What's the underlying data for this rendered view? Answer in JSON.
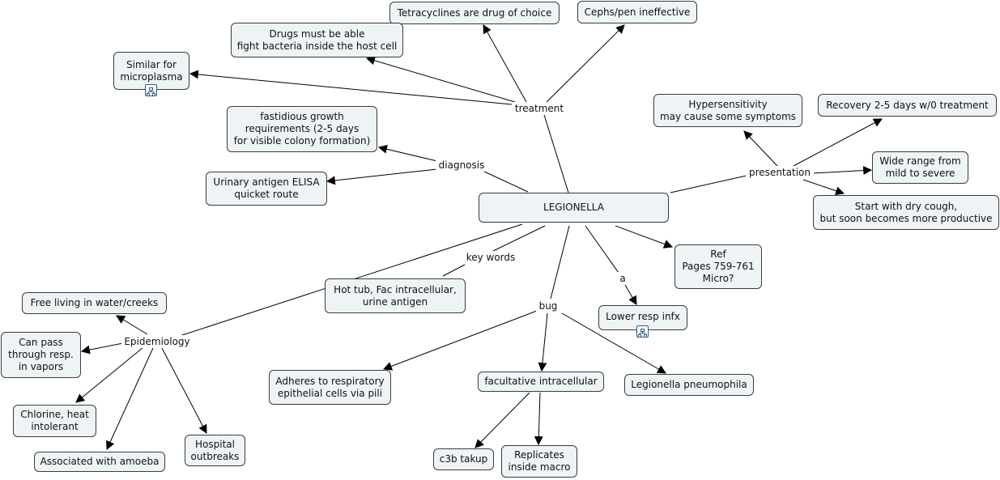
{
  "concept_map": {
    "colors": {
      "node_fill": "#eef3f6",
      "node_border": "#3c3c3c",
      "line": "#000000"
    },
    "nodes": {
      "legionella": "LEGIONELLA",
      "tetracyclines": "Tetracyclines are drug of choice",
      "cephs_pen": "Cephs/pen ineffective",
      "drugs_inside": "Drugs must be able\nfight bacteria inside the host cell",
      "microplasma": "Similar for\nmicroplasma",
      "fastidious": "fastidious growth\nrequirements (2-5 days\nfor visible colony formation)",
      "urinary_elisa": "Urinary antigen ELISA\nquicket route",
      "hypersensitivity": "Hypersensitivity\nmay cause some symptoms",
      "recovery": "Recovery 2-5 days w/0 treatment",
      "wide_range": "Wide range from\nmild to severe",
      "dry_cough": "Start with dry cough,\nbut soon becomes more productive",
      "ref": "Ref\nPages 759-761\nMicro?",
      "lower_resp": "Lower resp infx",
      "hot_tub": "Hot tub, Fac intracellular,\nurine antigen",
      "free_living": "Free living in water/creeks",
      "can_pass": "Can pass\nthrough resp.\nin vapors",
      "chlorine": "Chlorine, heat\nintolerant",
      "amoeba": "Associated with amoeba",
      "hospital": "Hospital\noutbreaks",
      "adheres": "Adheres to respiratory\nepithelial cells via pili",
      "facultative": "facultative intracellular",
      "legionella_pneumophila": "Legionella pneumophila",
      "c3b": "c3b takup",
      "replicates": "Replicates\ninside macro"
    },
    "links": {
      "treatment": "treatment",
      "diagnosis": "diagnosis",
      "presentation": "presentation",
      "key_words": "key words",
      "a": "a",
      "bug": "bug",
      "epidemiology": "Epidemiology"
    },
    "icons": {
      "microplasma": "concept-map-resource-icon",
      "lower_resp": "concept-map-resource-icon"
    }
  }
}
